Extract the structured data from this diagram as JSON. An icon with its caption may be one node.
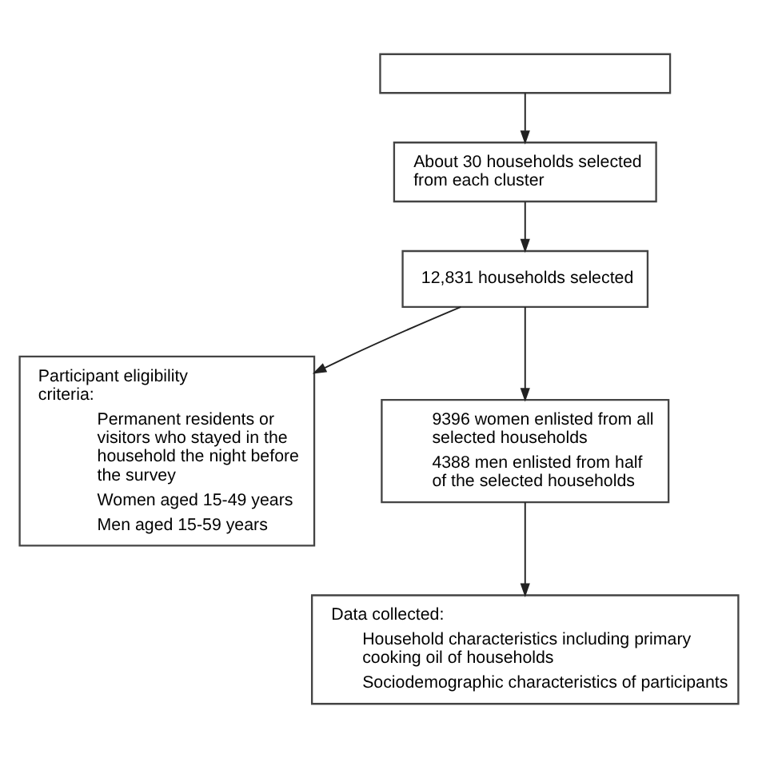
{
  "diagram": {
    "nodes": [
      {
        "text": [],
        "shape": "box"
      },
      {
        "text": [
          "About 30 households selected from each cluster"
        ]
      },
      {
        "text": [
          "12,831 households selected"
        ]
      },
      {
        "text": [
          "Participant eligibility criteria:",
          "Permanent residents or visitors who stayed in the household the night before the survey",
          "Women aged 15-49 years",
          "Men aged 15-59 years"
        ]
      },
      {
        "text": [
          "9396 women enlisted from all selected households",
          "4388 men enlisted from half of the selected households"
        ]
      },
      {
        "text": [
          "Data collected:",
          "Household characteristics including primary cooking oil of households",
          "Sociodemographic characteristics of participants"
        ]
      }
    ],
    "edges": [
      {
        "from": 0,
        "to": 1,
        "arrow": "to"
      },
      {
        "from": 1,
        "to": 2,
        "arrow": "to"
      },
      {
        "from": 2,
        "to": 4,
        "arrow": "to"
      },
      {
        "from": 2,
        "to": 3,
        "arrow": "to"
      },
      {
        "from": 4,
        "to": 5,
        "arrow": "to"
      }
    ]
  }
}
